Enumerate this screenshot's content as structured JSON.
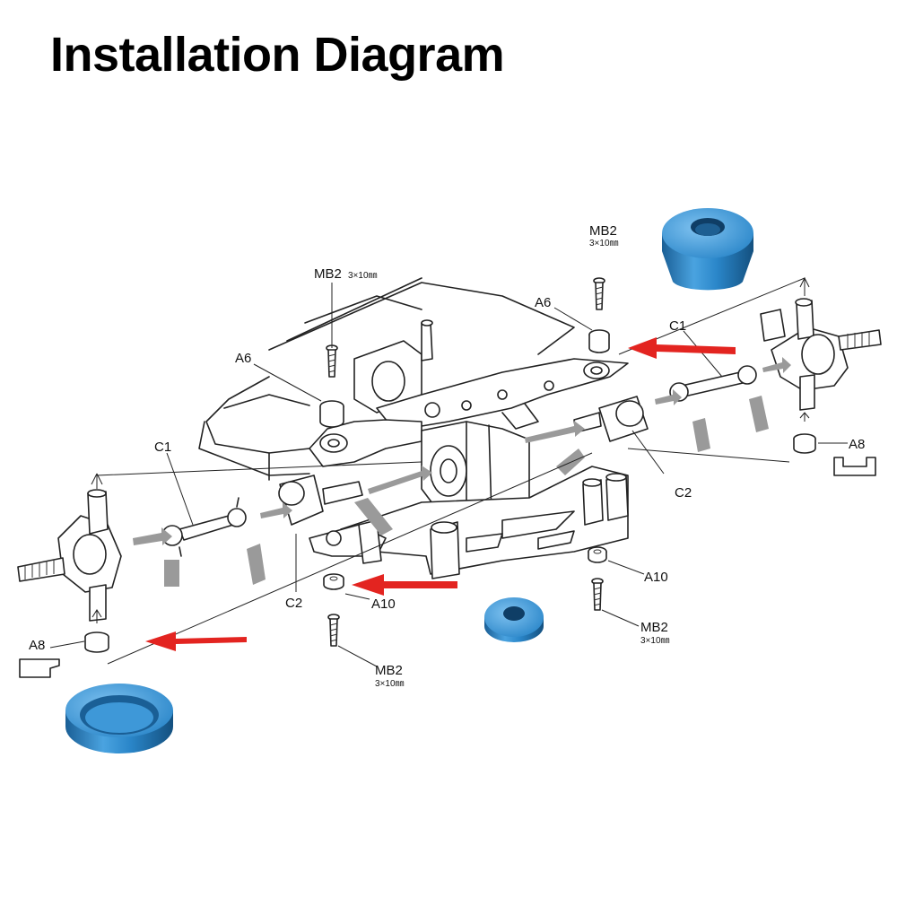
{
  "title": "Installation Diagram",
  "colors": {
    "accent_arrow": "#e32420",
    "part_blue": "#2a86c9",
    "part_blue_dark": "#1a5f96",
    "part_blue_light": "#6fb6ea"
  },
  "labels": {
    "mb2_top": "MB2",
    "mb2_top_dim": "3×10㎜",
    "mb2_left": "MB2",
    "mb2_left_dim": "3×10㎜",
    "mb2_bottom_center": "MB2",
    "mb2_bottom_center_dim": "3×10㎜",
    "mb2_bottom_right": "MB2",
    "mb2_bottom_right_dim": "3×10㎜",
    "a6_left": "A6",
    "a6_right": "A6",
    "c1_left": "C1",
    "c1_right": "C1",
    "c2_left": "C2",
    "c2_right": "C2",
    "a8_left": "A8",
    "a8_right": "A8",
    "a10_left": "A10",
    "a10_right": "A10"
  }
}
